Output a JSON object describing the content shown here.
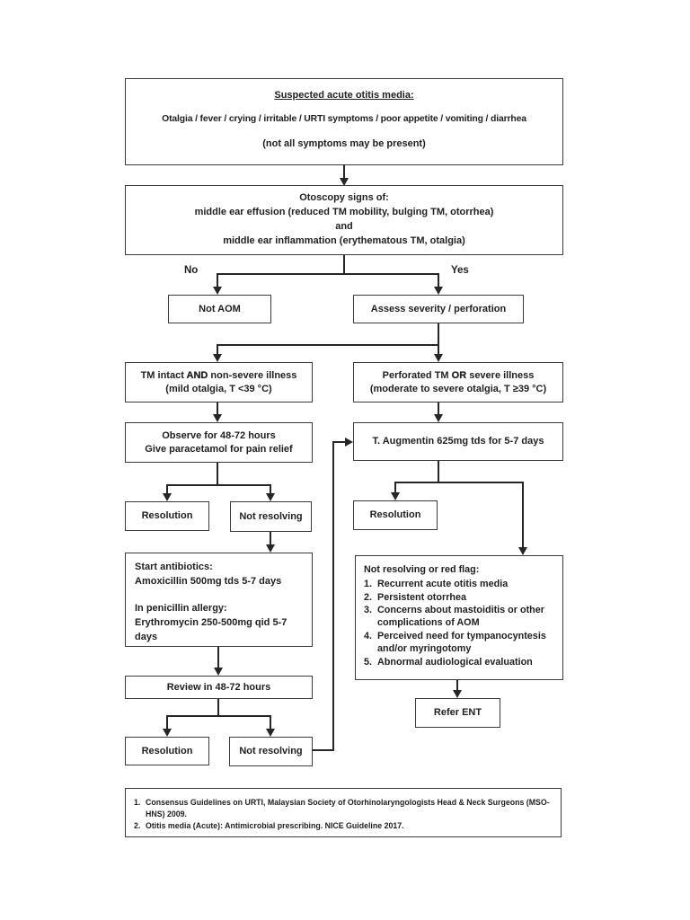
{
  "flowchart": {
    "suspected": {
      "title": "Suspected acute otitis media:",
      "symptoms": "Otalgia / fever / crying / irritable / URTI symptoms / poor appetite / vomiting / diarrhea",
      "note": "(not all symptoms may be present)"
    },
    "otoscopy": {
      "lines": [
        "Otoscopy signs of:",
        "middle ear effusion (reduced TM mobility, bulging TM, otorrhea)",
        "and",
        "middle ear inflammation (erythematous TM, otalgia)"
      ]
    },
    "branch_no_label": "No",
    "branch_yes_label": "Yes",
    "not_aom": {
      "label": "Not AOM"
    },
    "assess": {
      "label": "Assess severity / perforation"
    },
    "tm_intact": {
      "pre": "TM intact ",
      "op": "AND",
      "post": " non-severe illness",
      "line2": "(mild otalgia, T <39 °C)"
    },
    "perforated": {
      "pre": "Perforated TM ",
      "op": "OR",
      "post": " severe illness",
      "line2": "(moderate to severe otalgia, T ≥39 °C)"
    },
    "observe": {
      "lines": [
        "Observe for 48-72 hours",
        "Give paracetamol for pain relief"
      ]
    },
    "augmentin": {
      "label": "T. Augmentin 625mg tds for 5-7 days"
    },
    "resolution_left": {
      "label": "Resolution"
    },
    "not_resolving_left": {
      "label": "Not resolving"
    },
    "resolution_right": {
      "label": "Resolution"
    },
    "antibiotics": {
      "heading": "Start antibiotics:",
      "first_line": "Amoxicillin 500mg tds 5-7 days",
      "allergy_heading": "In penicillin allergy:",
      "allergy_line": "Erythromycin 250-500mg qid 5-7 days"
    },
    "red_flag": {
      "title": "Not resolving or red flag:",
      "items": [
        "Recurrent acute otitis media",
        "Persistent otorrhea",
        "Concerns about mastoiditis or other complications of AOM",
        "Perceived need for tympanocyntesis and/or myringotomy",
        "Abnormal audiological evaluation"
      ]
    },
    "review": {
      "label": "Review in 48-72 hours"
    },
    "resolution_bottom": {
      "label": "Resolution"
    },
    "not_resolving_bottom": {
      "label": "Not resolving"
    },
    "refer_ent": {
      "label": "Refer ENT"
    },
    "references": {
      "items": [
        "Consensus Guidelines on URTI, Malaysian Society of Otorhinolaryngologists Head & Neck Surgeons (MSO-HNS) 2009.",
        "Otitis media (Acute): Antimicrobial prescribing. NICE Guideline 2017."
      ]
    }
  }
}
